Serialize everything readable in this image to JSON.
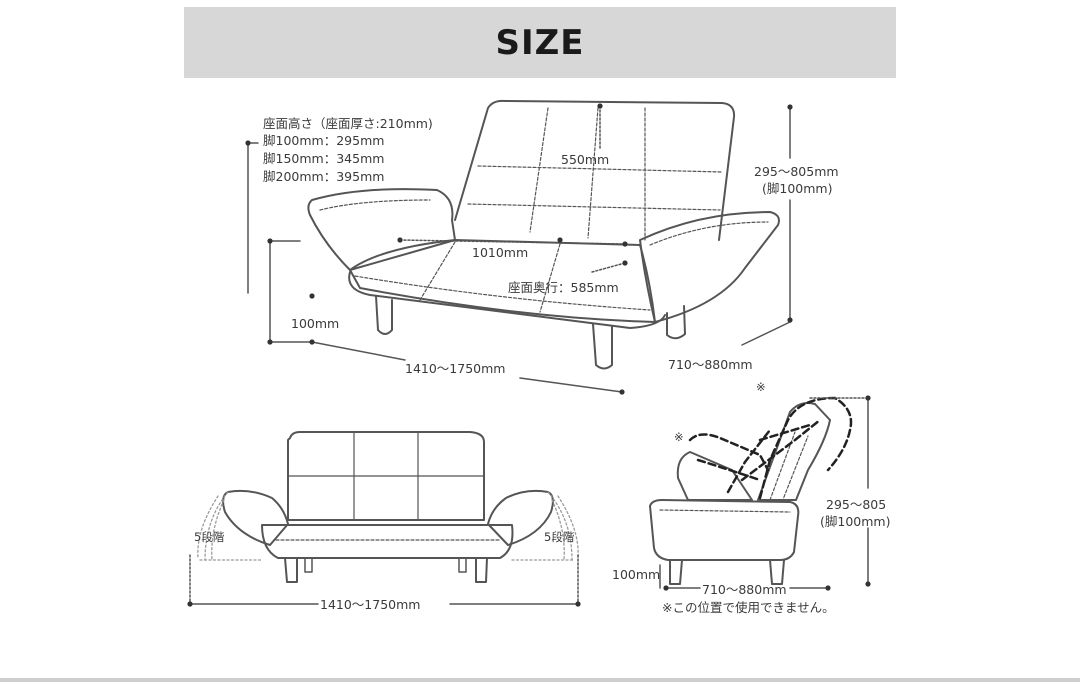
{
  "title": "SIZE",
  "top_view": {
    "seat_height_heading": "座面高さ（座面厚さ:210mm)",
    "seat_heights": [
      "脚100mm：295mm",
      "脚150mm：345mm",
      "脚200mm：395mm"
    ],
    "back_height": "550mm",
    "seat_width": "1010mm",
    "seat_depth": "座面奥行：585mm",
    "leg_height": "100mm",
    "total_height": "295～805mm",
    "total_height_note": "(脚100mm)",
    "width": "1410～1750mm",
    "depth": "710～880mm"
  },
  "front_view": {
    "arm_left": "5段階",
    "arm_right": "5段階",
    "width": "1410～1750mm"
  },
  "side_view": {
    "mark_top": "※",
    "mark_left": "※",
    "height": "295～805",
    "height_note": "(脚100mm)",
    "leg_height": "100mm",
    "depth": "710～880mm",
    "note": "※この位置で使用できません。"
  }
}
